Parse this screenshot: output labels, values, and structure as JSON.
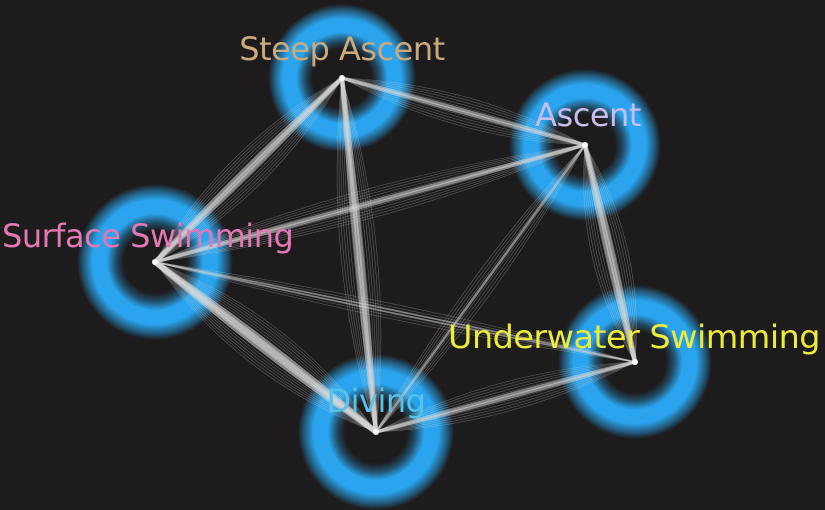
{
  "diagram": {
    "background": "#1d1b1c",
    "ring_color": "#29a3ea",
    "edge_color": "#d9d9d9",
    "nodes": [
      {
        "id": "steep_ascent",
        "label": "Steep Ascent",
        "label_color": "#c8aa7c"
      },
      {
        "id": "ascent",
        "label": "Ascent",
        "label_color": "#c7bde8"
      },
      {
        "id": "surface_swimming",
        "label": "Surface Swimming",
        "label_color": "#e378b4"
      },
      {
        "id": "underwater_swimming",
        "label": "Underwater Swimming",
        "label_color": "#ecec3a"
      },
      {
        "id": "diving",
        "label": "Diving",
        "label_color": "#58c3ea"
      }
    ],
    "edges": [
      {
        "from": "steep_ascent",
        "to": "ascent",
        "strength": 3
      },
      {
        "from": "steep_ascent",
        "to": "surface_swimming",
        "strength": 4
      },
      {
        "from": "steep_ascent",
        "to": "diving",
        "strength": 4
      },
      {
        "from": "ascent",
        "to": "surface_swimming",
        "strength": 3
      },
      {
        "from": "ascent",
        "to": "underwater_swimming",
        "strength": 4
      },
      {
        "from": "ascent",
        "to": "diving",
        "strength": 2
      },
      {
        "from": "surface_swimming",
        "to": "diving",
        "strength": 5
      },
      {
        "from": "surface_swimming",
        "to": "underwater_swimming",
        "strength": 1
      },
      {
        "from": "diving",
        "to": "underwater_swimming",
        "strength": 3
      }
    ]
  }
}
